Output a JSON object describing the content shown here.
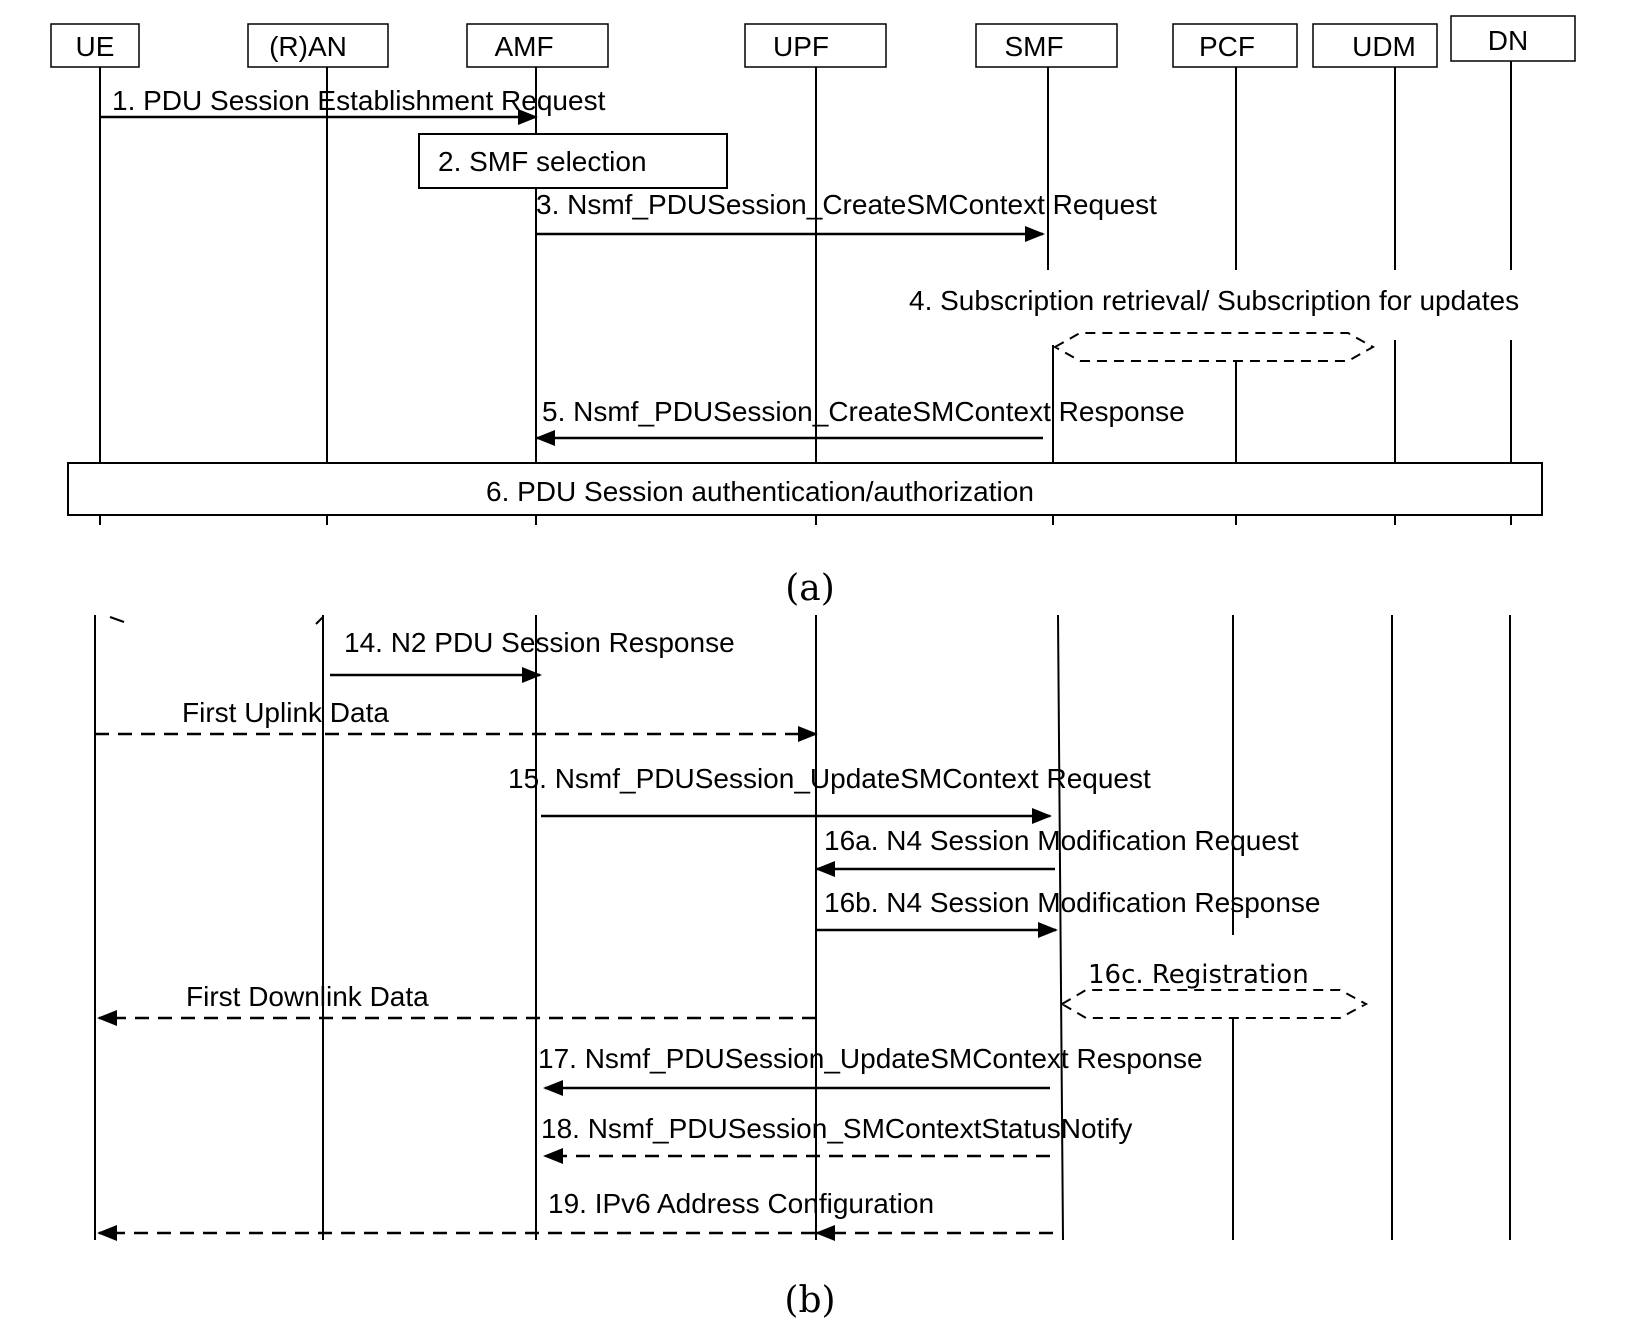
{
  "entities": [
    "UE",
    "(R)AN",
    "AMF",
    "UPF",
    "SMF",
    "PCF",
    "UDM",
    "DN"
  ],
  "panel_a": {
    "caption": "(a)",
    "step1": "1. PDU Session Establishment Request",
    "step2": "2. SMF selection",
    "step3": "3. Nsmf_PDUSession_CreateSMContext Request",
    "step4": "4. Subscription retrieval/ Subscription for updates",
    "step5": "5. Nsmf_PDUSession_CreateSMContext Response",
    "step6": "6. PDU Session authentication/authorization"
  },
  "panel_b": {
    "caption": "(b)",
    "step14": "14. N2 PDU Session Response",
    "uplink": "First Uplink Data",
    "step15": "15. Nsmf_PDUSession_UpdateSMContext Request",
    "step16a": "16a. N4 Session Modification Request",
    "step16b": "16b. N4 Session Modification Response",
    "step16c": "16c. Registration",
    "downlink": "First Downlink Data",
    "step17": "17. Nsmf_PDUSession_UpdateSMContext Response",
    "step18": "18. Nsmf_PDUSession_SMContextStatusNotify",
    "step19": "19. IPv6 Address Configuration"
  }
}
